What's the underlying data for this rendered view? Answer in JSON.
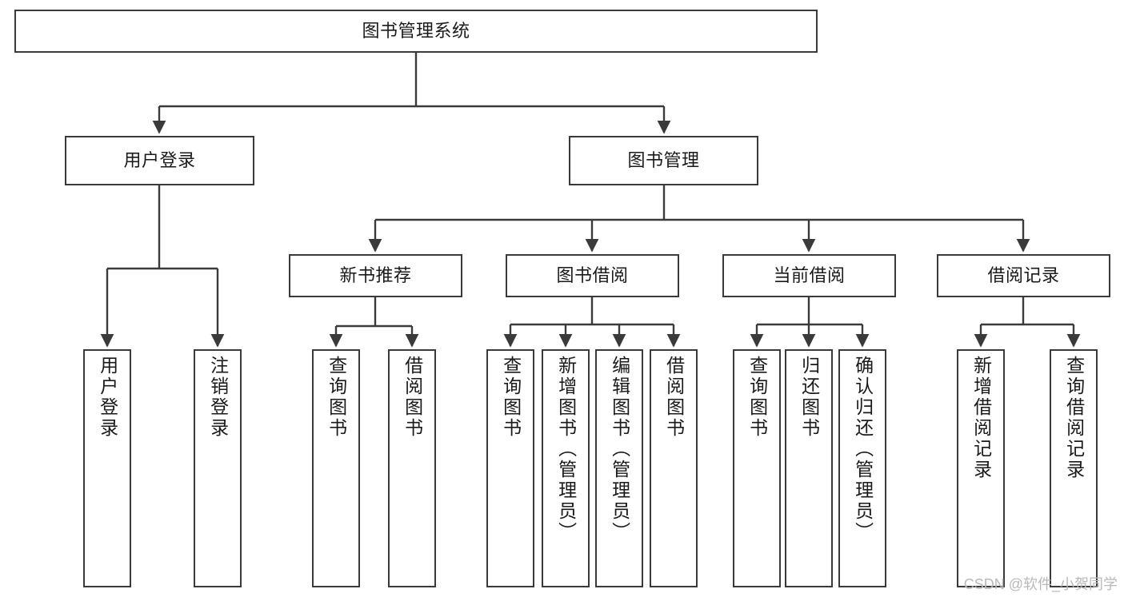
{
  "diagram": {
    "type": "tree-hierarchy",
    "title": "图书管理系统",
    "watermark": "CSDN @软件_小贺同学",
    "style": {
      "box_stroke": "#3a3a3a",
      "box_fill": "#ffffff",
      "edge_stroke": "#3a3a3a",
      "text_color": "#1a1a1a",
      "watermark_color": "#b9b9b9"
    },
    "nodes": {
      "root": {
        "label": "图书管理系统",
        "level": 0,
        "orientation": "horizontal"
      },
      "user_login": {
        "label": "用户登录",
        "level": 1,
        "orientation": "horizontal"
      },
      "book_manage": {
        "label": "图书管理",
        "level": 1,
        "orientation": "horizontal"
      },
      "new_book_rec": {
        "label": "新书推荐",
        "level": 2,
        "orientation": "horizontal"
      },
      "book_borrow": {
        "label": "图书借阅",
        "level": 2,
        "orientation": "horizontal"
      },
      "current_borrow": {
        "label": "当前借阅",
        "level": 2,
        "orientation": "horizontal"
      },
      "borrow_record": {
        "label": "借阅记录",
        "level": 2,
        "orientation": "horizontal"
      },
      "leaf_user_login": {
        "label": "用户登录",
        "level": 2,
        "orientation": "vertical"
      },
      "leaf_logout": {
        "label": "注销登录",
        "level": 2,
        "orientation": "vertical"
      },
      "leaf_query_book_1": {
        "label": "查询图书",
        "level": 3,
        "orientation": "vertical"
      },
      "leaf_borrow_book_1": {
        "label": "借阅图书",
        "level": 3,
        "orientation": "vertical"
      },
      "leaf_query_book_2": {
        "label": "查询图书",
        "level": 3,
        "orientation": "vertical"
      },
      "leaf_add_book": {
        "label": "新增图书（管理员）",
        "level": 3,
        "orientation": "vertical"
      },
      "leaf_edit_book": {
        "label": "编辑图书（管理员）",
        "level": 3,
        "orientation": "vertical"
      },
      "leaf_borrow_book_2": {
        "label": "借阅图书",
        "level": 3,
        "orientation": "vertical"
      },
      "leaf_query_book_3": {
        "label": "查询图书",
        "level": 3,
        "orientation": "vertical"
      },
      "leaf_return_book": {
        "label": "归还图书",
        "level": 3,
        "orientation": "vertical"
      },
      "leaf_confirm_return": {
        "label": "确认归还（管理员）",
        "level": 3,
        "orientation": "vertical"
      },
      "leaf_add_record": {
        "label": "新增借阅记录",
        "level": 3,
        "orientation": "vertical"
      },
      "leaf_query_record": {
        "label": "查询借阅记录",
        "level": 3,
        "orientation": "vertical"
      }
    },
    "edges": [
      {
        "from": "root",
        "to": "user_login"
      },
      {
        "from": "root",
        "to": "book_manage"
      },
      {
        "from": "user_login",
        "to": "leaf_user_login"
      },
      {
        "from": "user_login",
        "to": "leaf_logout"
      },
      {
        "from": "book_manage",
        "to": "new_book_rec"
      },
      {
        "from": "book_manage",
        "to": "book_borrow"
      },
      {
        "from": "book_manage",
        "to": "current_borrow"
      },
      {
        "from": "book_manage",
        "to": "borrow_record"
      },
      {
        "from": "new_book_rec",
        "to": "leaf_query_book_1"
      },
      {
        "from": "new_book_rec",
        "to": "leaf_borrow_book_1"
      },
      {
        "from": "book_borrow",
        "to": "leaf_query_book_2"
      },
      {
        "from": "book_borrow",
        "to": "leaf_add_book"
      },
      {
        "from": "book_borrow",
        "to": "leaf_edit_book"
      },
      {
        "from": "book_borrow",
        "to": "leaf_borrow_book_2"
      },
      {
        "from": "current_borrow",
        "to": "leaf_query_book_3"
      },
      {
        "from": "current_borrow",
        "to": "leaf_return_book"
      },
      {
        "from": "current_borrow",
        "to": "leaf_confirm_return"
      },
      {
        "from": "borrow_record",
        "to": "leaf_add_record"
      },
      {
        "from": "borrow_record",
        "to": "leaf_query_record"
      }
    ]
  }
}
